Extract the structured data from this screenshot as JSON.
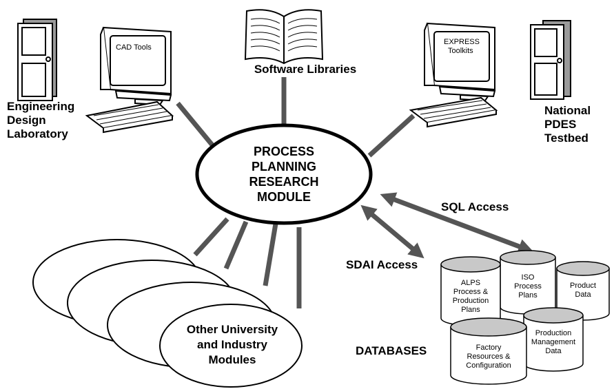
{
  "center": {
    "line1": "PROCESS",
    "line2": "PLANNING",
    "line3": "RESEARCH",
    "line4": "MODULE"
  },
  "engineering": {
    "screen_text": "CAD Tools",
    "line1": "Engineering",
    "line2": "Design",
    "line3": "Laboratory"
  },
  "software": {
    "label": "Software Libraries"
  },
  "national": {
    "screen_line1": "EXPRESS",
    "screen_line2": "Toolkits",
    "line1": "National",
    "line2": "PDES",
    "line3": "Testbed"
  },
  "access": {
    "sql": "SQL Access",
    "sdai": "SDAI Access"
  },
  "modules": {
    "line1": "Other University",
    "line2": "and Industry",
    "line3": "Modules"
  },
  "databases": {
    "label": "DATABASES",
    "alps": [
      "ALPS",
      "Process &",
      "Production",
      "Plans"
    ],
    "iso": [
      "ISO",
      "Process",
      "Plans"
    ],
    "product": [
      "Product",
      "Data"
    ],
    "factory": [
      "Factory",
      "Resources &",
      "Configuration"
    ],
    "production_mgmt": [
      "Production",
      "Management",
      "Data"
    ]
  },
  "colors": {
    "connector": "#555555",
    "cylinder_top": "#c8c8c8",
    "stroke": "#000000"
  }
}
